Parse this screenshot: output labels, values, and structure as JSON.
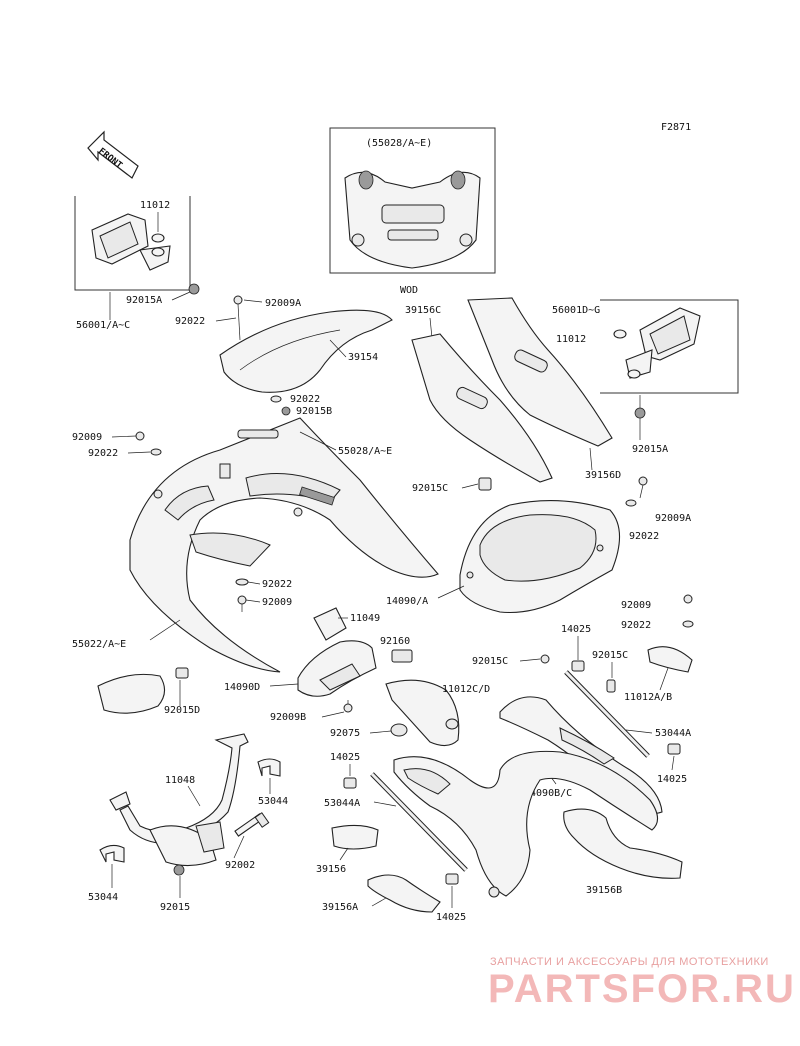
{
  "figure_code": "F2871",
  "front_label": "FRONT",
  "parts": {
    "p55028_ae_paren": "(55028/A~E)",
    "p11012_top_left": "11012",
    "p92015a_left": "92015A",
    "p56001_ac": "56001/A~C",
    "p92009a_top": "92009A",
    "p92022_top": "92022",
    "p39154": "39154",
    "p92022_mid": "92022",
    "p92015b": "92015B",
    "wod": "WOD",
    "p39156c": "39156C",
    "p39156d": "39156D",
    "p56001d_g": "56001D~G",
    "p11012_right": "11012",
    "p92015a_right": "92015A",
    "p92009_left": "92009",
    "p92022_left": "92022",
    "p55028_ae": "55028/A~E",
    "p92015c_top": "92015C",
    "p92009a_right": "92009A",
    "p92022_right": "92022",
    "p92022_center": "92022",
    "p92009_center": "92009",
    "p14090a": "14090/A",
    "p55022_ae": "55022/A~E",
    "p11049": "11049",
    "p92160": "92160",
    "p14090d": "14090D",
    "p92015d": "92015D",
    "p92009b": "92009B",
    "p11012cd": "11012C/D",
    "p92015c_mid": "92015C",
    "p92015c_right": "92015C",
    "p14025_top": "14025",
    "p92009_right2": "92009",
    "p92022_right2": "92022",
    "p11012ab": "11012A/B",
    "p92075": "92075",
    "p53044a_right": "53044A",
    "p14025_right": "14025",
    "p14025_left": "14025",
    "p11048": "11048",
    "p53044_top": "53044",
    "p53044a_left": "53044A",
    "p14090bc": "14090B/C",
    "p39156": "39156",
    "p92002": "92002",
    "p53044_bottom": "53044",
    "p92015": "92015",
    "p39156a": "39156A",
    "p14025_bottom": "14025",
    "p39156b": "39156B"
  },
  "watermark": {
    "tagline": "ЗАПЧАСТИ И АКСЕССУАРЫ ДЛЯ МОТОТЕХНИКИ",
    "brand": "PARTSFOR.RU",
    "color": "#e8a0a0"
  }
}
